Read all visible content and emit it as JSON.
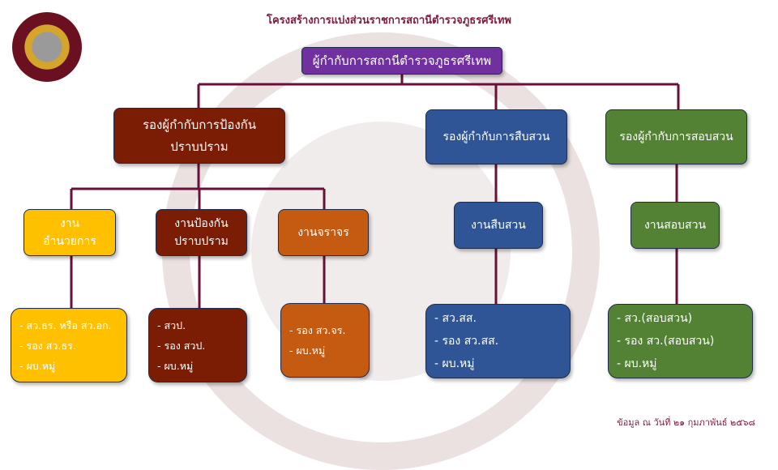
{
  "title": "โครงสร้างการแบ่งส่วนราชการสถานีตำรวจภูธรศรีเทพ",
  "root": {
    "label": "ผู้กำกับการสถานีตำรวจภูธรศรีเทพ",
    "color": "#7030a0"
  },
  "level2": [
    {
      "label_lines": [
        "รองผู้กำกับการป้องกัน",
        "ปราบปราม"
      ],
      "color": "#7b1c05"
    },
    {
      "label_lines": [
        "รองผู้กำกับการสืบสวน"
      ],
      "color": "#2f5597"
    },
    {
      "label_lines": [
        "รองผู้กำกับการสอบสวน"
      ],
      "color": "#548235"
    }
  ],
  "level3": [
    {
      "label_lines": [
        "งาน",
        "อำนวยการ"
      ],
      "color": "#ffc000",
      "staff": [
        "- สว.ธร. หรือ สว.อก.",
        "- รอง สว.ธร.",
        "- ผบ.หมู่"
      ]
    },
    {
      "label_lines": [
        "งานป้องกัน",
        "ปราบปราม"
      ],
      "color": "#7b1c05",
      "staff": [
        "- สวป.",
        "- รอง สวป.",
        "- ผบ.หมู่"
      ]
    },
    {
      "label_lines": [
        "งานจราจร"
      ],
      "color": "#c55a11",
      "staff": [
        "- รอง สว.จร.",
        "- ผบ.หมู่"
      ]
    },
    {
      "label_lines": [
        "งานสืบสวน"
      ],
      "color": "#2f5597",
      "staff": [
        "- สว.สส.",
        "- รอง สว.สส.",
        "- ผบ.หมู่"
      ]
    },
    {
      "label_lines": [
        "งานสอบสวน"
      ],
      "color": "#548235",
      "staff": [
        "- สว.(สอบสวน)",
        "- รอง สว.(สอบสวน)",
        "- ผบ.หมู่"
      ]
    }
  ],
  "footer": "ข้อมูล ณ วันที่ ๒๑ กุมภาพันธ์ ๒๕๖๘",
  "line_color": "#6b0f3a"
}
